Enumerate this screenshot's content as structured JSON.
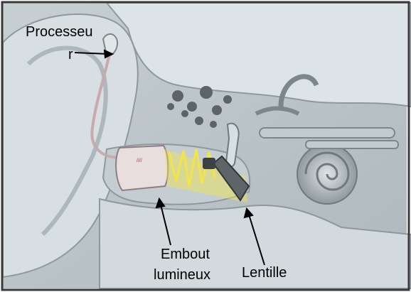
{
  "labels": {
    "processeur_line1": "Processeu",
    "processeur_line2": "r",
    "embout_line1": "Embout",
    "embout_line2": "lumineux",
    "lentille": "Lentille"
  },
  "colors": {
    "background": "#ffffff",
    "frame": "#3a3a3a",
    "bone": "#c9d2d6",
    "bone_light": "#e6edf0",
    "bone_dark": "#7f8b91",
    "tissue": "#b7c0c4",
    "cochlea": "#a4adb1",
    "light_tip": "#e8dede",
    "light_ray": "#f2e44a",
    "text": "#000000"
  },
  "icons": {
    "arrow": "arrow-pointer"
  }
}
